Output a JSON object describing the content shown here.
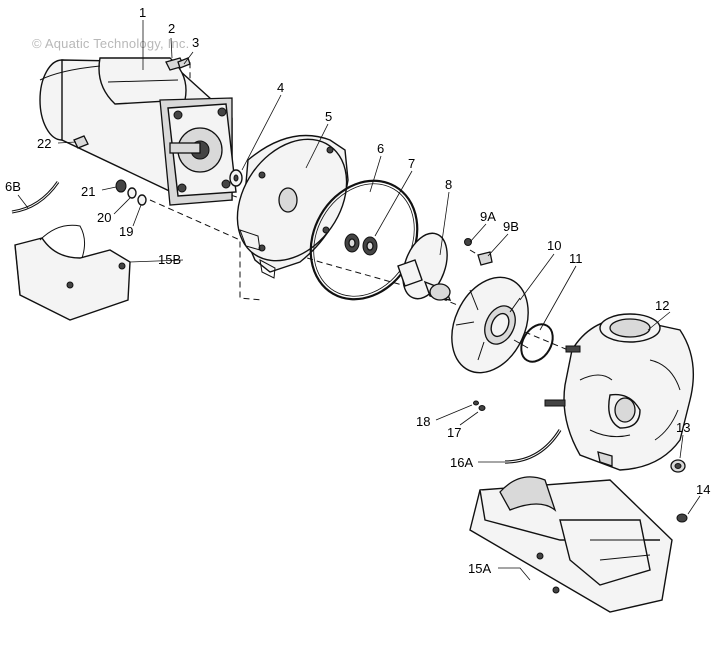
{
  "copyright": "© Aquatic Technology, Inc.",
  "labels": {
    "p1": "1",
    "p2": "2",
    "p3": "3",
    "p4": "4",
    "p5": "5",
    "p6": "6",
    "p7": "7",
    "p8": "8",
    "p9a": "9A",
    "p9b": "9B",
    "p10": "10",
    "p11": "11",
    "p12": "12",
    "p13": "13",
    "p14": "14",
    "p15a": "15A",
    "p15b": "15B",
    "p16a": "16A",
    "p17": "17",
    "p18": "18",
    "p19": "19",
    "p20": "20",
    "p21": "21",
    "p22": "22",
    "p6b": "6B"
  }
}
